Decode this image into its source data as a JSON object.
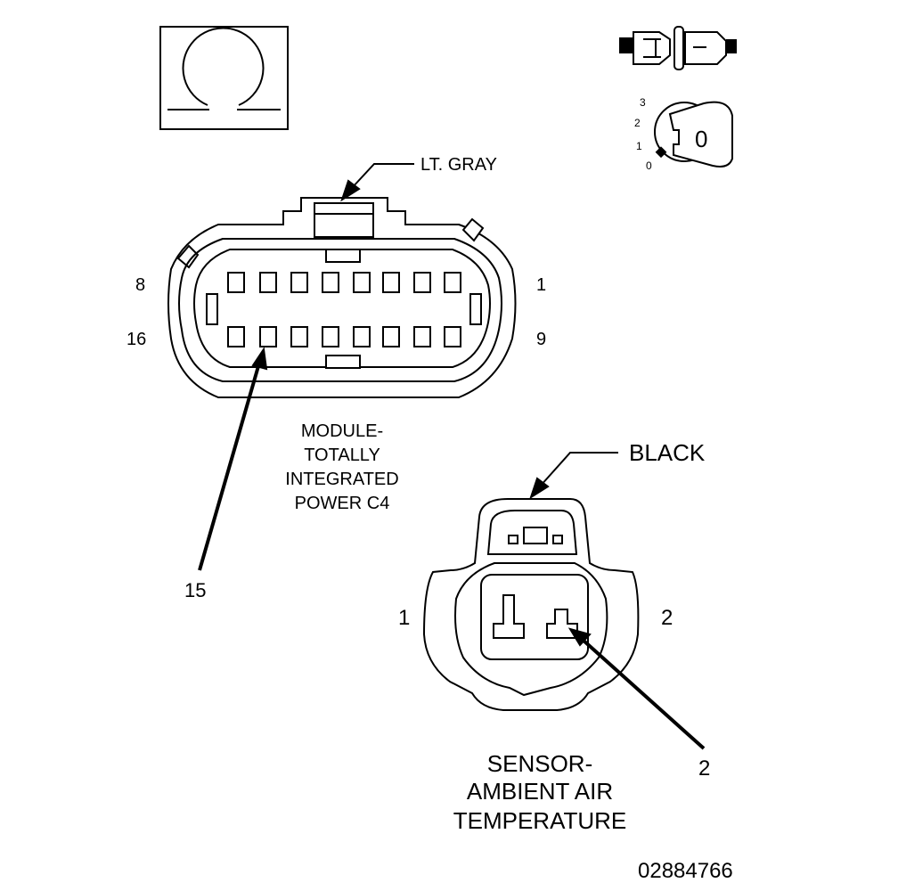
{
  "figure_id": "02884766",
  "connector_c4": {
    "color_label": "LT. GRAY",
    "pin_top_left": "8",
    "pin_top_right": "1",
    "pin_bottom_left": "16",
    "pin_bottom_right": "9",
    "callout_pin": "15",
    "title_lines": [
      "MODULE-",
      "TOTALLY",
      "INTEGRATED",
      "POWER C4"
    ]
  },
  "sensor_connector": {
    "color_label": "BLACK",
    "pin_left": "1",
    "pin_right": "2",
    "callout_pin": "2",
    "title_lines": [
      "SENSOR-",
      "AMBIENT AIR",
      "TEMPERATURE"
    ]
  },
  "ignition_switch": {
    "positions": [
      "3",
      "2",
      "1",
      "0"
    ],
    "current_position": "0"
  },
  "icons": [
    "ohmmeter-icon",
    "connector-disconnect-icon",
    "ignition-key-icon"
  ]
}
